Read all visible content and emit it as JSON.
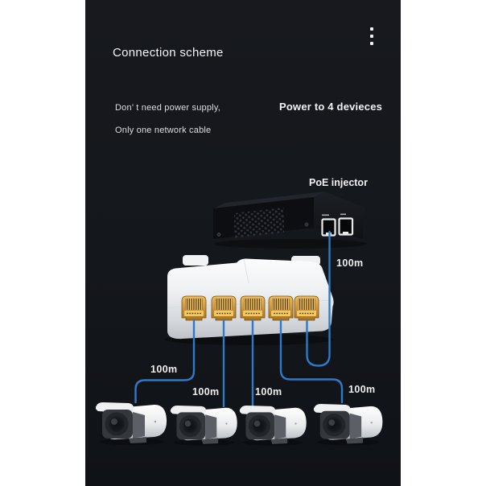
{
  "scene": {
    "title": "Connection scheme",
    "note_line1": "Don’ t need power supply,",
    "note_line2": "Only one network cable",
    "power_note": "Power to 4 devieces",
    "injector_label": "PoE injector",
    "distances": {
      "uplink": "100m",
      "cam1": "100m",
      "cam2": "100m",
      "cam3": "100m",
      "cam4": "100m"
    },
    "menu_icon": "kebab-vertical-icon",
    "colors": {
      "cable_blue": "#2e7ac8",
      "port_gold": "#d79b3c",
      "panel_dark": "#14171b",
      "device_black": "#0c0e12",
      "splitter_white": "#eef0f2"
    }
  }
}
